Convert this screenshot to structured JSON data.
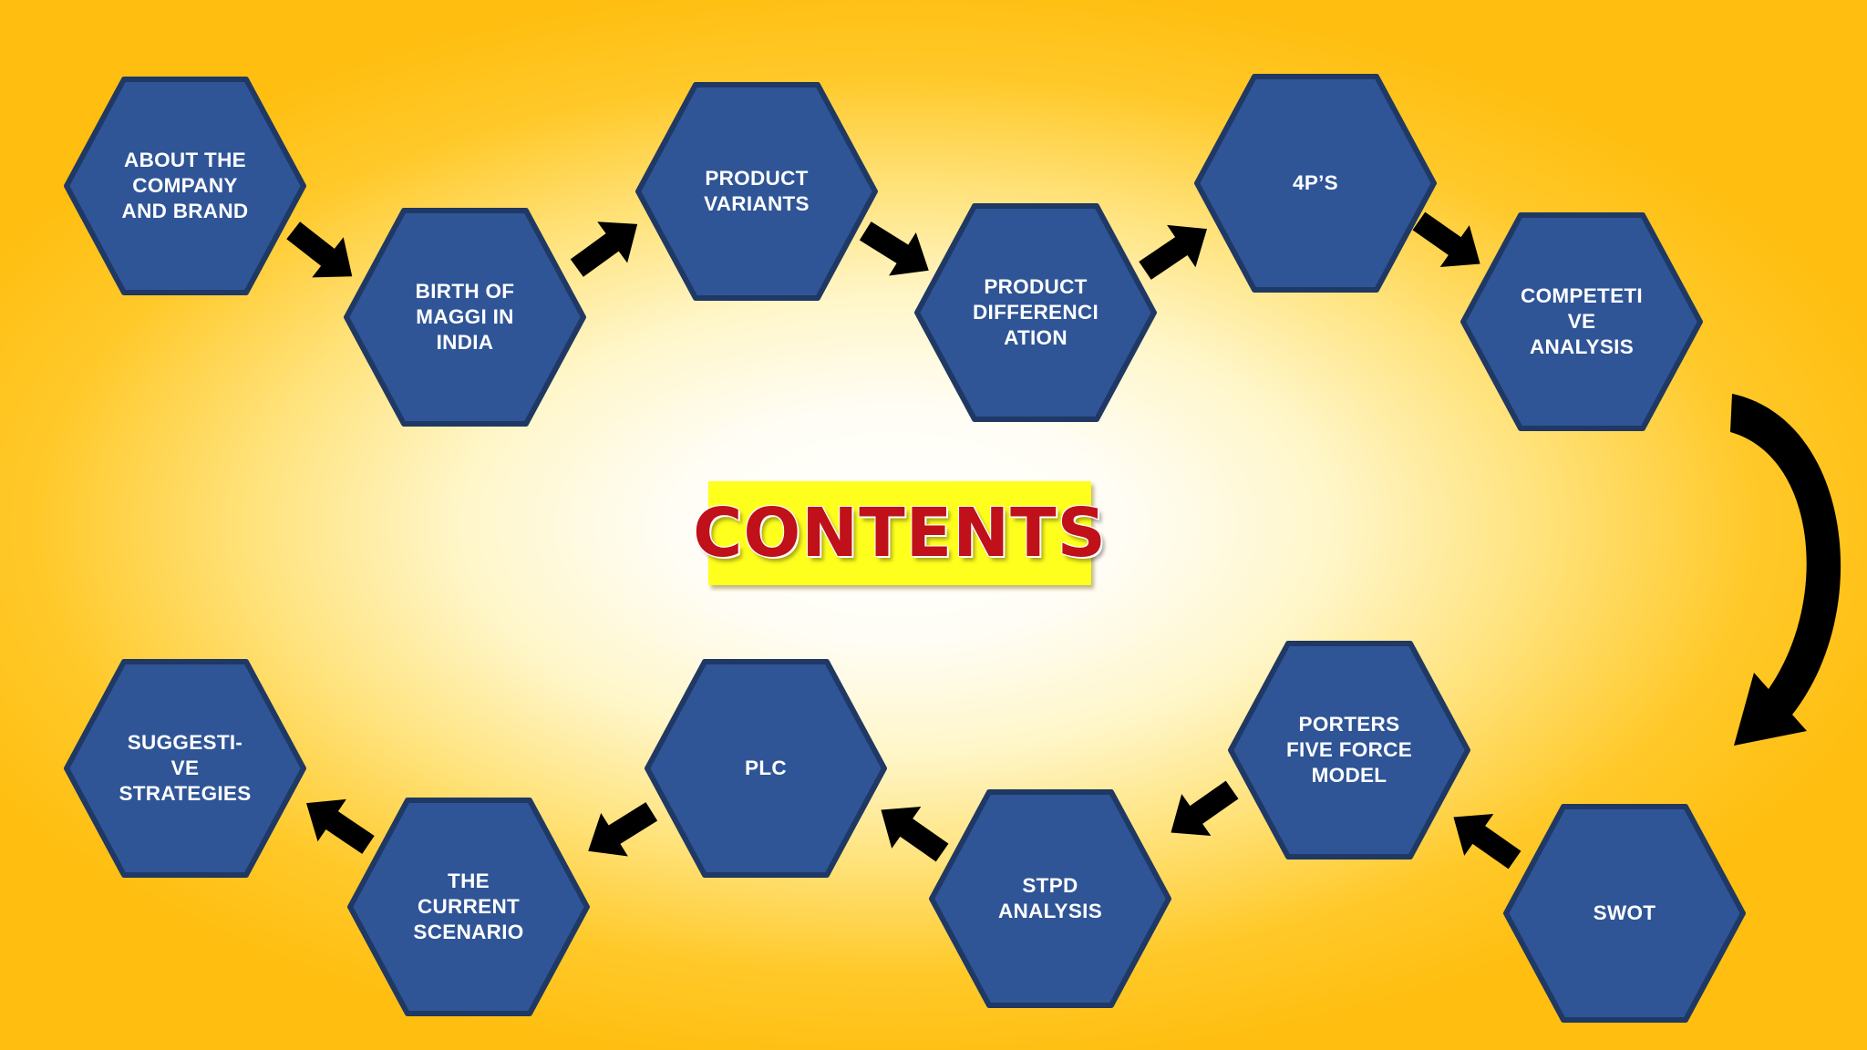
{
  "title": "CONTENTS",
  "colors": {
    "hex_fill": "#2f5597",
    "hex_stroke": "#1f3864",
    "title_bg": "#ffff1e",
    "title_text": "#c0101a",
    "arrow": "#000000"
  },
  "steps": [
    {
      "id": "about",
      "label": "ABOUT THE\nCOMPANY\nAND BRAND"
    },
    {
      "id": "birth",
      "label": "BIRTH OF\nMAGGI IN\nINDIA"
    },
    {
      "id": "variants",
      "label": "PRODUCT\nVARIANTS"
    },
    {
      "id": "differentiation",
      "label": "PRODUCT\nDIFFERENCI\nATION"
    },
    {
      "id": "4ps",
      "label": "4P’S"
    },
    {
      "id": "competitive",
      "label": "COMPETETI\nVE\nANALYSIS"
    },
    {
      "id": "swot",
      "label": "SWOT"
    },
    {
      "id": "porters",
      "label": "PORTERS\nFIVE FORCE\nMODEL"
    },
    {
      "id": "stpd",
      "label": "STPD\nANALYSIS"
    },
    {
      "id": "plc",
      "label": "PLC"
    },
    {
      "id": "current",
      "label": "THE\nCURRENT\nSCENARIO"
    },
    {
      "id": "suggestive",
      "label": "SUGGESTI-\nVE\nSTRATEGIES"
    }
  ],
  "arrow_icon": "right-block-arrow-icon",
  "connector_icon": "curved-down-arrow-icon"
}
